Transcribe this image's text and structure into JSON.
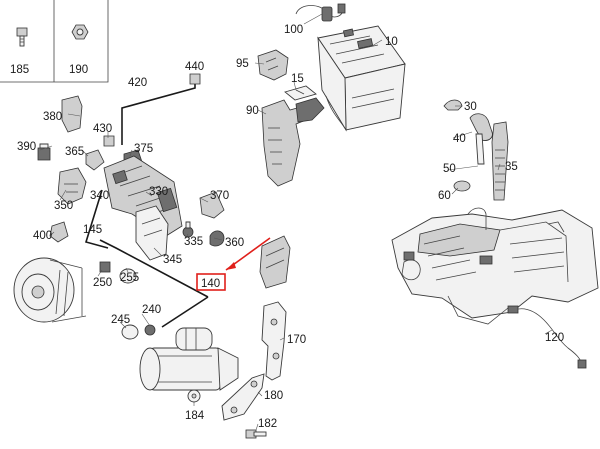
{
  "diagram": {
    "callouts": {
      "p185": "185",
      "p190": "190",
      "p100": "100",
      "p10": "10",
      "p440": "440",
      "p420": "420",
      "p95": "95",
      "p15": "15",
      "p380": "380",
      "p430": "430",
      "p90": "90",
      "p30": "30",
      "p40": "40",
      "p390": "390",
      "p365": "365",
      "p375": "375",
      "p50": "50",
      "p35": "35",
      "p340": "340",
      "p330": "330",
      "p370": "370",
      "p60": "60",
      "p350": "350",
      "p400": "400",
      "p145": "145",
      "p335": "335",
      "p360": "360",
      "p345": "345",
      "p250": "250",
      "p255": "255",
      "p140": "140",
      "p240": "240",
      "p245": "245",
      "p170": "170",
      "p120": "120",
      "p180": "180",
      "p184": "184",
      "p182": "182"
    },
    "highlight": {
      "part": "140",
      "color": "#e0201b"
    }
  }
}
